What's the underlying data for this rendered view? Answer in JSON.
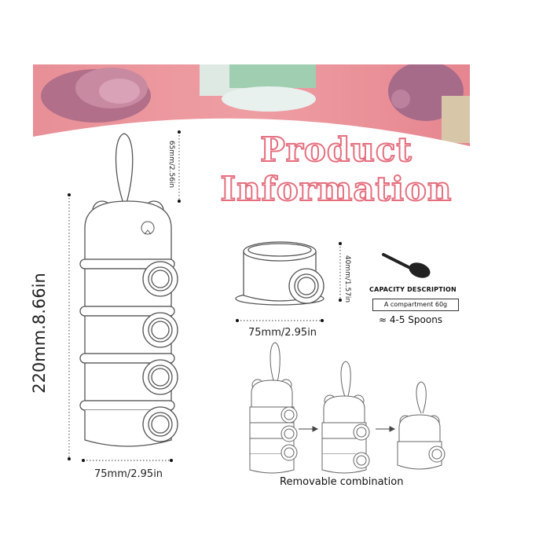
{
  "title": {
    "line1": "Product",
    "line2": "Information"
  },
  "dimensions": {
    "height": "220mm.8.66in",
    "width_full": "75mm/2.95in",
    "ear_height": "65mm/2.56in",
    "compartment_width": "75mm/2.95in",
    "compartment_height": "40mm/1.57in"
  },
  "capacity": {
    "title": "CAPACITY DESCRIPTION",
    "compartment": "A compartment 60g",
    "spoons": "≈ 4-5 Spoons"
  },
  "removable_caption": "Removable combination",
  "colors": {
    "accent_pink": "#e56f7f",
    "banner_pink": "#e58a95",
    "line_gray": "#555555"
  }
}
